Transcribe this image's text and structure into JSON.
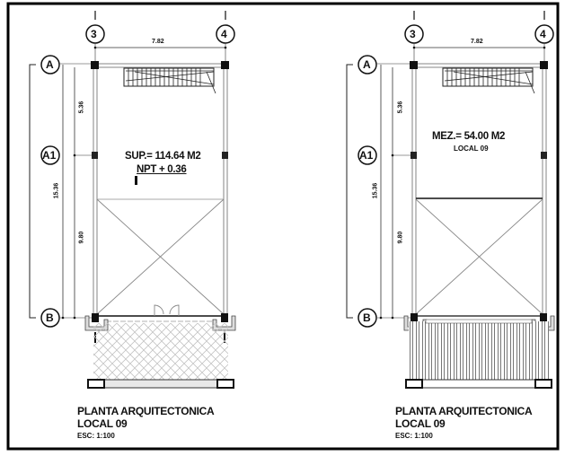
{
  "drawing": {
    "colors": {
      "line": "#111111",
      "wall": "#888888",
      "hatch": "#bbbbbb",
      "border": "#000000"
    },
    "plans": [
      {
        "id": "ground-floor",
        "grid_top": [
          "3",
          "4"
        ],
        "grid_left": [
          "A",
          "A1",
          "B"
        ],
        "dim_top": "7.82",
        "dim_upper": "5.36",
        "dim_total": "15.36",
        "dim_lower": "9.80",
        "area_label": "SUP.= 114.64 M2",
        "level_label": "NPT + 0.36",
        "title": "PLANTA ARQUITECTONICA",
        "subtitle": "LOCAL 09",
        "scale": "ESC: 1:100"
      },
      {
        "id": "mezzanine",
        "grid_top": [
          "3",
          "4"
        ],
        "grid_left": [
          "A",
          "A1",
          "B"
        ],
        "dim_top": "7.82",
        "dim_upper": "5.36",
        "dim_total": "15.36",
        "dim_lower": "9.80",
        "area_label": "MEZ.= 54.00 M2",
        "local_label": "LOCAL 09",
        "title": "PLANTA ARQUITECTONICA",
        "subtitle": "LOCAL 09",
        "scale": "ESC: 1:100"
      }
    ]
  }
}
